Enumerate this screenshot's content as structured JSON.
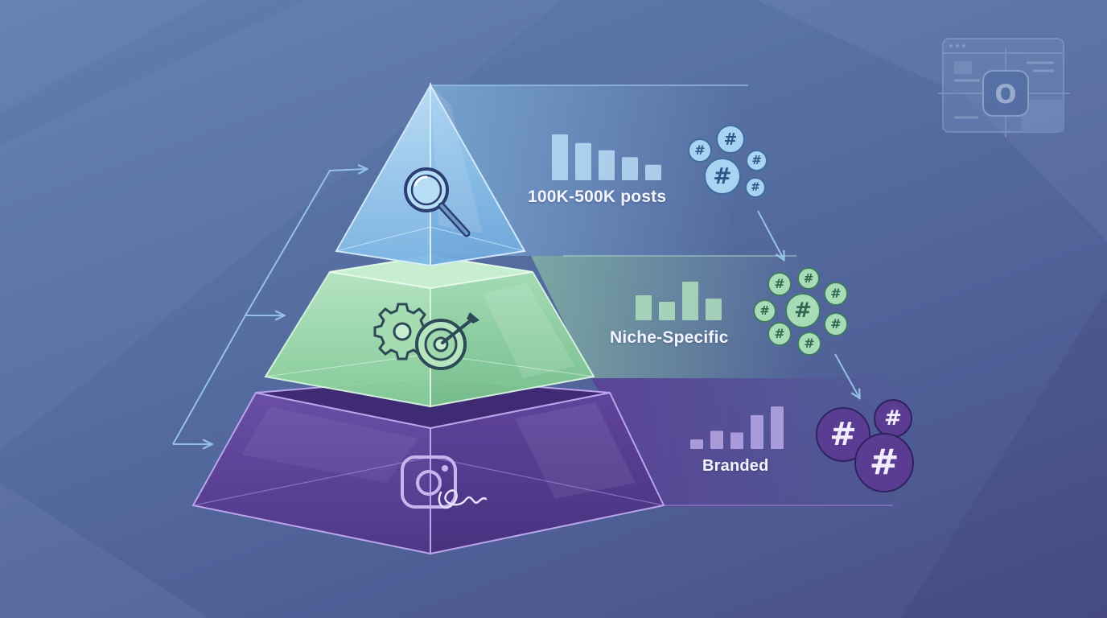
{
  "diagram": {
    "tiers": [
      {
        "id": "top",
        "label": "100K-500K posts",
        "icon": "magnifier-icon",
        "color": "#8cc4ec",
        "bars": [
          0.95,
          0.77,
          0.62,
          0.48,
          0.32
        ]
      },
      {
        "id": "middle",
        "label": "Niche-Specific",
        "icon": "gear-target-icon",
        "color": "#92d69e",
        "bars": [
          0.62,
          0.46,
          0.96,
          0.54
        ]
      },
      {
        "id": "bottom",
        "label": "Branded",
        "icon": "instagram-signature-icon",
        "color": "#5a3f94",
        "bars": [
          0.22,
          0.42,
          0.38,
          0.78,
          0.98
        ]
      }
    ],
    "hashtag_symbol": "#",
    "logo_letter": "O"
  }
}
